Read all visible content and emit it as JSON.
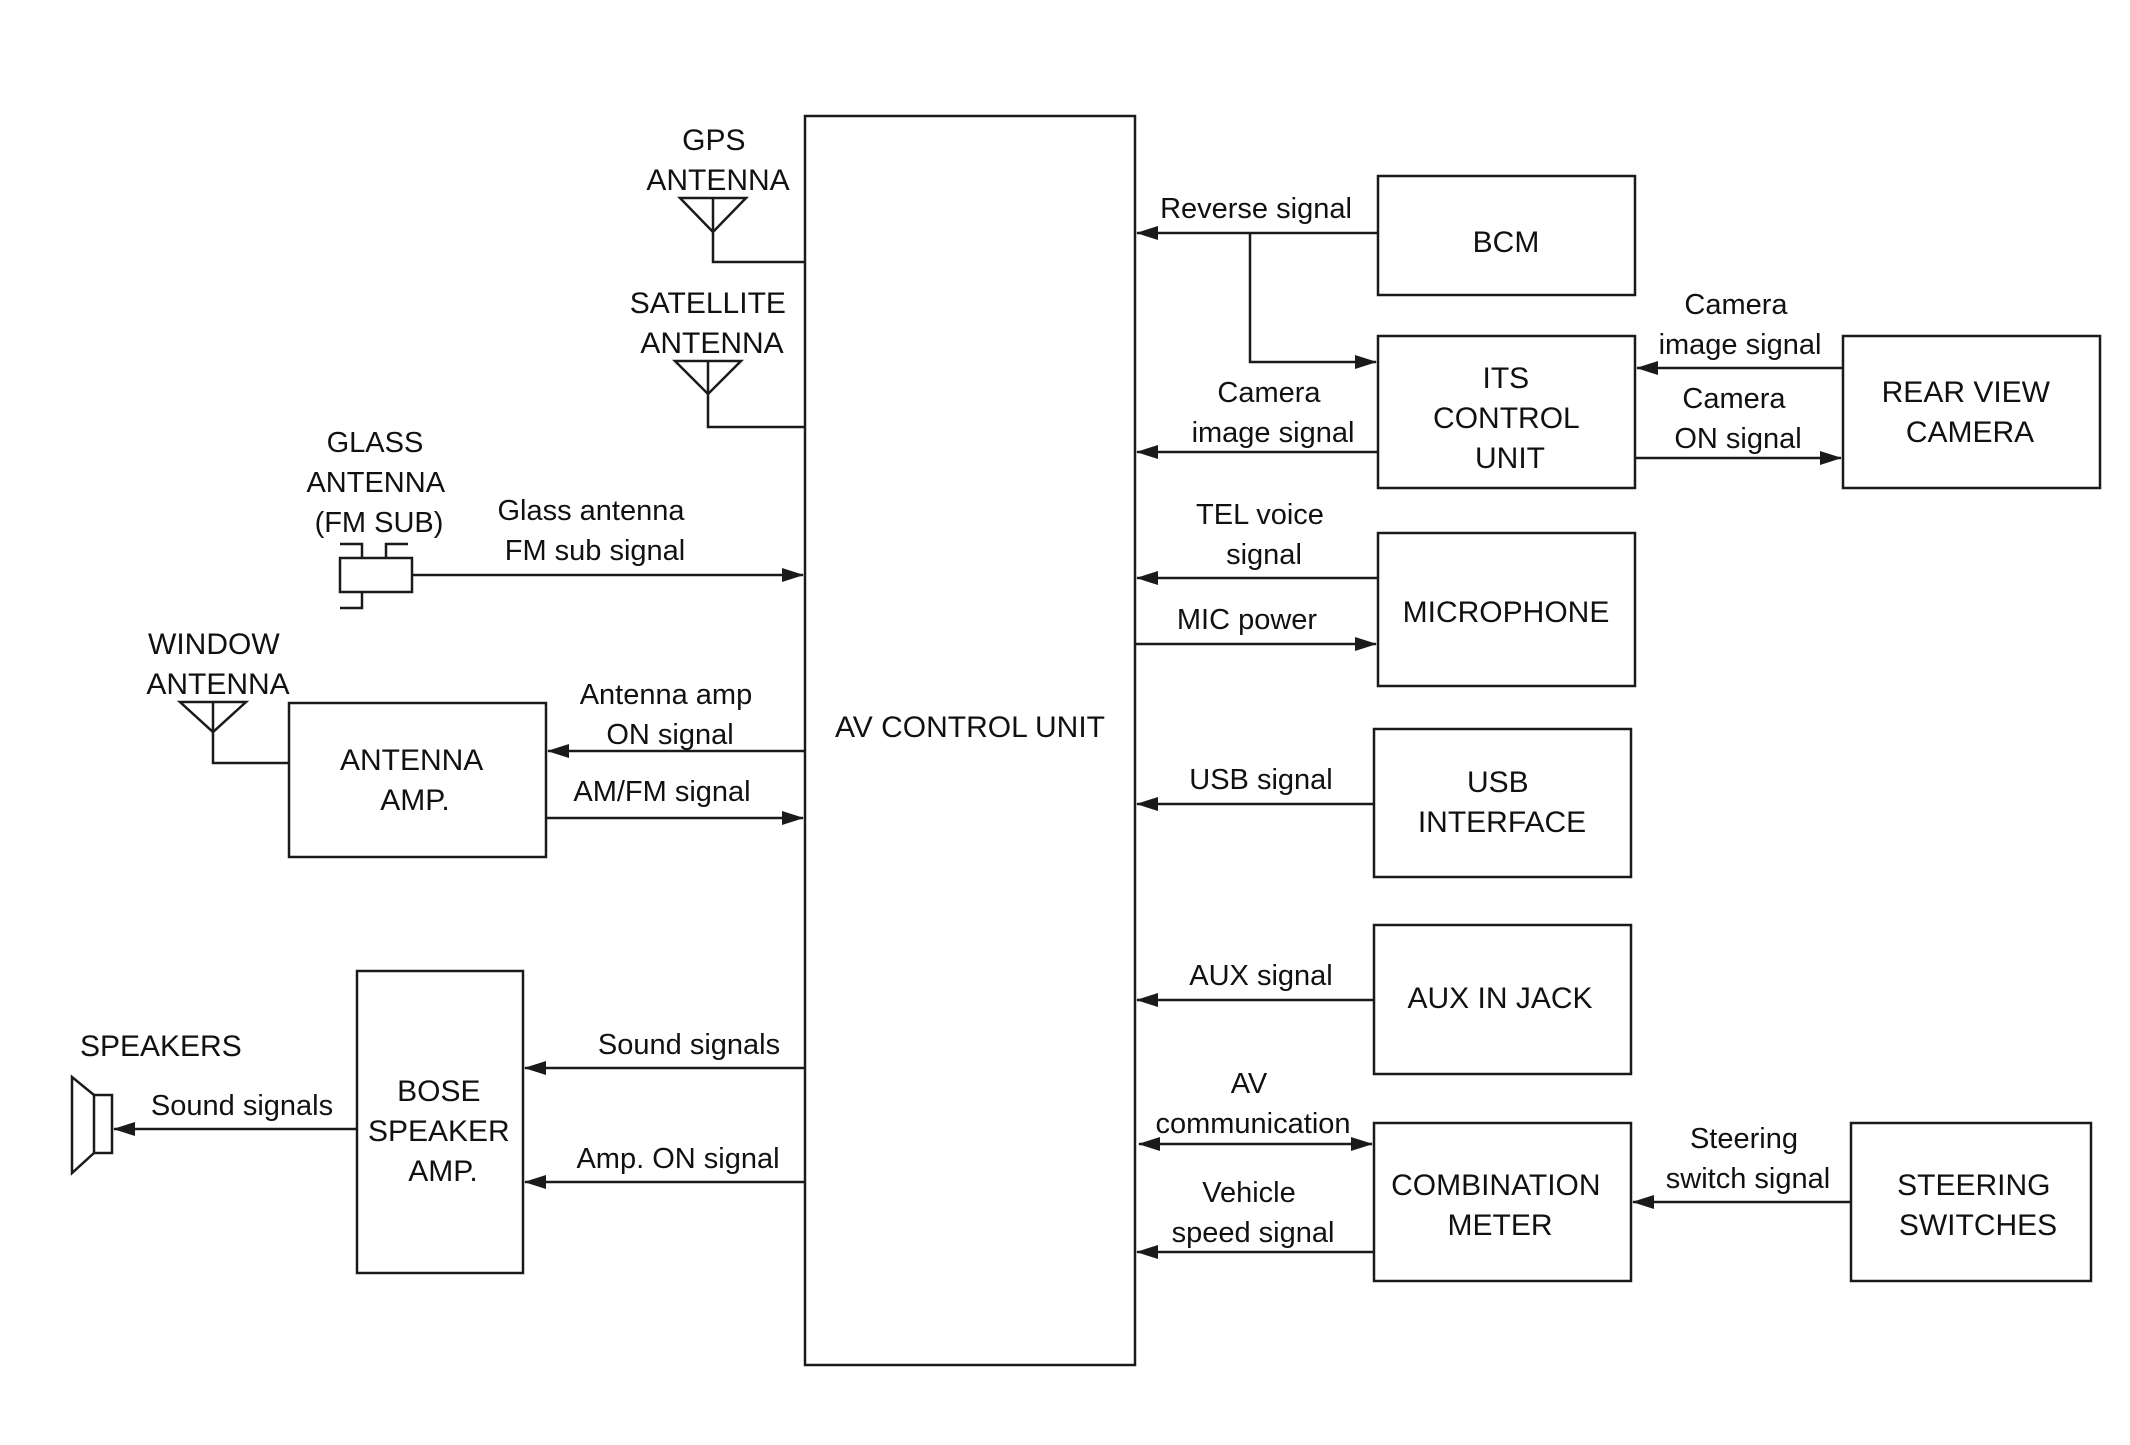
{
  "blocks": {
    "av_control_unit": [
      "AV CONTROL UNIT"
    ],
    "bcm": [
      "BCM"
    ],
    "its_control_unit": [
      "ITS",
      "CONTROL",
      "UNIT"
    ],
    "rear_view_camera": [
      "REAR VIEW",
      "CAMERA"
    ],
    "microphone": [
      "MICROPHONE"
    ],
    "usb_interface": [
      "USB",
      "INTERFACE"
    ],
    "aux_in_jack": [
      "AUX IN JACK"
    ],
    "combination_meter": [
      "COMBINATION",
      "METER"
    ],
    "steering_switches": [
      "STEERING",
      "SWITCHES"
    ],
    "antenna_amp": [
      "ANTENNA",
      "AMP."
    ],
    "bose_speaker_amp": [
      "BOSE",
      "SPEAKER",
      "AMP."
    ]
  },
  "components": {
    "gps_antenna": [
      "GPS",
      "ANTENNA"
    ],
    "satellite_antenna": [
      "SATELLITE",
      "ANTENNA"
    ],
    "glass_antenna": [
      "GLASS",
      "ANTENNA",
      "(FM SUB)"
    ],
    "window_antenna": [
      "WINDOW",
      "ANTENNA"
    ],
    "speakers": [
      "SPEAKERS"
    ]
  },
  "signals": {
    "reverse": [
      "Reverse signal"
    ],
    "camera_image_to_av": [
      "Camera",
      "image signal"
    ],
    "camera_image_from_camera": [
      "Camera",
      "image signal"
    ],
    "camera_on": [
      "Camera",
      "ON signal"
    ],
    "tel_voice": [
      "TEL voice",
      "signal"
    ],
    "mic_power": [
      "MIC power"
    ],
    "usb": [
      "USB signal"
    ],
    "aux": [
      "AUX signal"
    ],
    "av_communication": [
      "AV",
      "communication"
    ],
    "vehicle_speed": [
      "Vehicle",
      "speed signal"
    ],
    "steering_switch": [
      "Steering",
      "switch signal"
    ],
    "glass_antenna_fm_sub": [
      "Glass antenna",
      "FM sub signal"
    ],
    "antenna_amp_on": [
      "Antenna amp",
      "ON signal"
    ],
    "am_fm": [
      "AM/FM signal"
    ],
    "sound_to_bose": [
      "Sound signals"
    ],
    "amp_on": [
      "Amp. ON signal"
    ],
    "sound_to_speakers": [
      "Sound signals"
    ]
  }
}
